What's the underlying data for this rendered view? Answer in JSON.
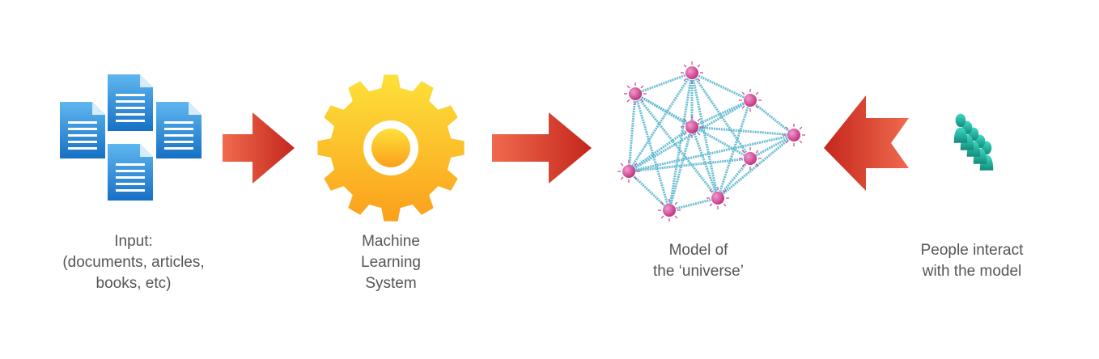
{
  "stages": {
    "input": {
      "lines": [
        "Input:",
        "(documents, articles,",
        "books, etc)"
      ],
      "icon": "documents-icon"
    },
    "ml_system": {
      "lines": [
        "Machine",
        "Learning",
        "System"
      ],
      "icon": "gear-icon"
    },
    "model": {
      "lines": [
        "Model of",
        "the ‘universe’"
      ],
      "icon": "network-graph-icon"
    },
    "people": {
      "lines": [
        "People interact",
        "with the model"
      ],
      "icon": "people-icon"
    }
  },
  "colors": {
    "document": "#2d8fdc",
    "gear": "#fbb521",
    "arrow": "#d7382a",
    "node": "#d1408b",
    "edge": "#5ab8d0",
    "people": "#1aa08a",
    "text": "#555555"
  }
}
